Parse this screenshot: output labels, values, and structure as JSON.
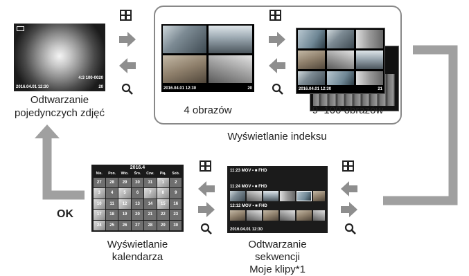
{
  "labels": {
    "single_line1": "Odtwarzanie",
    "single_line2": "pojedynczych zdjęć",
    "four": "4 obrazów",
    "nine": "9–100 obrazów",
    "index_caption": "Wyświetlanie indeksu",
    "calendar_line1": "Wyświetlanie",
    "calendar_line2": "kalendarza",
    "seq_line1": "Odtwarzanie",
    "seq_line2": "sekwencji",
    "seq_line3": "Moje klipy*1",
    "ok": "OK"
  },
  "screens": {
    "single_date": "2016.04.01 12:30",
    "single_count": "20",
    "single_info": "4:3 100-0020",
    "four_date": "2016.04.01 12:30",
    "four_count": "20",
    "nine_date": "2016.04.01 12:30",
    "nine_count": "21",
    "calendar": {
      "title": "2016.4",
      "weekdays": [
        "Nie.",
        "Pon.",
        "Wto.",
        "Śro.",
        "Czw.",
        "Pią.",
        "Sob."
      ],
      "days": [
        "27",
        "28",
        "29",
        "30",
        "31",
        "1",
        "2",
        "3",
        "4",
        "5",
        "6",
        "7",
        "8",
        "9",
        "10",
        "11",
        "12",
        "13",
        "14",
        "15",
        "16",
        "17",
        "18",
        "19",
        "20",
        "21",
        "22",
        "23",
        "24",
        "25",
        "26",
        "27",
        "28",
        "29",
        "30"
      ]
    },
    "seq": {
      "clip1": "11:23 MOV • ■ FHD",
      "clip2": "11:24 MOV • ■ FHD",
      "clip3": "12:12 MOV • ■ FHD",
      "date": "2016.04.01 12:30"
    }
  },
  "icons": [
    "grid-icon",
    "magnify-icon",
    "arrow-right-icon",
    "arrow-left-icon"
  ]
}
